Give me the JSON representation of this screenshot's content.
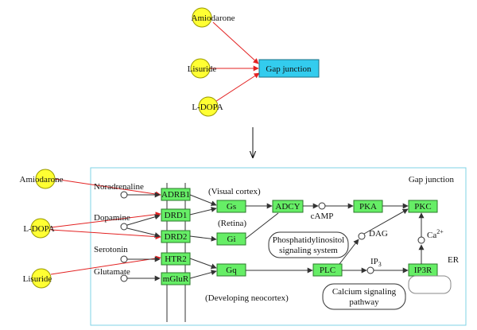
{
  "colors": {
    "drug_fill": "#ffff33",
    "drug_stroke": "#999900",
    "gene_fill": "#66ee66",
    "gene_stroke": "#2a7a2a",
    "gap_junction_fill": "#33ccee",
    "panel_border": "#7fd3e6",
    "drug_edge": "#e32222",
    "edge": "#333333"
  },
  "top": {
    "drugs": [
      "Amiodarone",
      "Lisuride",
      "L-DOPA"
    ],
    "target": "Gap junction"
  },
  "pathway": {
    "title": "Gap junction",
    "drugs": [
      "Amiodarone",
      "L-DOPA",
      "Lisuride"
    ],
    "ligands": [
      "Noradrenaline",
      "Dopamine",
      "Serotonin",
      "Glutamate"
    ],
    "receptors": [
      "ADRB1",
      "DRD1",
      "DRD2",
      "HTR2",
      "mGluR"
    ],
    "g_proteins": [
      "Gs",
      "Gi",
      "Gq"
    ],
    "enzymes": {
      "adcy": "ADCY",
      "pka": "PKA",
      "pkc": "PKC",
      "plc": "PLC",
      "ip3r": "IP3R"
    },
    "compounds": {
      "camp": "cAMP",
      "dag": "DAG",
      "ip3_base": "IP",
      "ip3_sub": "3",
      "ca_base": "Ca",
      "ca_sup": "2+"
    },
    "regions": [
      "(Visual cortex)",
      "(Retina)",
      "(Developing neocortex)"
    ],
    "systems": [
      "Phosphatidylinositol",
      "signaling system",
      "Calcium signaling",
      "pathway"
    ],
    "er_label": "ER"
  }
}
